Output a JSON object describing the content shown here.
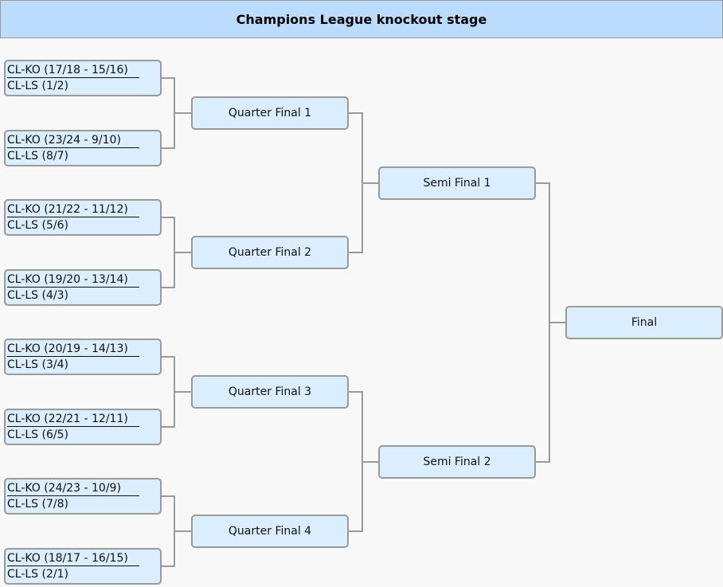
{
  "title": "Champions League knockout stage",
  "slots": [
    {
      "ko": "CL-KO (17/18 - 15/16)",
      "ls": "CL-LS (1/2)"
    },
    {
      "ko": "CL-KO (23/24 - 9/10)",
      "ls": "CL-LS (8/7)"
    },
    {
      "ko": "CL-KO (21/22 - 11/12)",
      "ls": "CL-LS (5/6)"
    },
    {
      "ko": "CL-KO (19/20 - 13/14)",
      "ls": "CL-LS (4/3)"
    },
    {
      "ko": "CL-KO (20/19 - 14/13)",
      "ls": "CL-LS (3/4)"
    },
    {
      "ko": "CL-KO (22/21 - 12/11)",
      "ls": "CL-LS (6/5)"
    },
    {
      "ko": "CL-KO (24/23 - 10/9)",
      "ls": "CL-LS (7/8)"
    },
    {
      "ko": "CL-KO (18/17 - 16/15)",
      "ls": "CL-LS (2/1)"
    }
  ],
  "quarter_finals": [
    "Quarter Final 1",
    "Quarter Final 2",
    "Quarter Final 3",
    "Quarter Final 4"
  ],
  "semi_finals": [
    "Semi Final 1",
    "Semi Final 2"
  ],
  "final": "Final",
  "colors": {
    "box_fill": "#dbeeff",
    "header_fill": "#bcdcfd",
    "border": "#9a9a9a",
    "background": "#f8f8f8"
  }
}
